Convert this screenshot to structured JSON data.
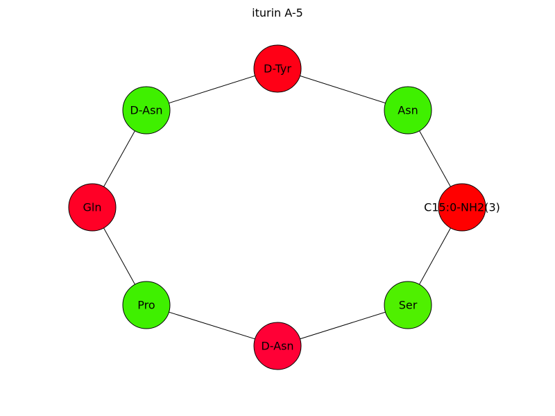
{
  "title": "iturin A-5",
  "nodes": [
    {
      "id": "n0",
      "label": "D-Tyr",
      "color": "#ff0016"
    },
    {
      "id": "n1",
      "label": "Asn",
      "color": "#3ff000"
    },
    {
      "id": "n2",
      "label": "C15:0-NH2(3)",
      "color": "#ff0000"
    },
    {
      "id": "n3",
      "label": "Ser",
      "color": "#4ff000"
    },
    {
      "id": "n4",
      "label": "D-Asn",
      "color": "#ff0036"
    },
    {
      "id": "n5",
      "label": "Pro",
      "color": "#3ff000"
    },
    {
      "id": "n6",
      "label": "Gln",
      "color": "#ff0026"
    },
    {
      "id": "n7",
      "label": "D-Asn",
      "color": "#3ff000"
    }
  ],
  "edges": [
    [
      "n0",
      "n1"
    ],
    [
      "n1",
      "n2"
    ],
    [
      "n2",
      "n3"
    ],
    [
      "n3",
      "n4"
    ],
    [
      "n4",
      "n5"
    ],
    [
      "n5",
      "n6"
    ],
    [
      "n6",
      "n7"
    ],
    [
      "n7",
      "n0"
    ]
  ]
}
